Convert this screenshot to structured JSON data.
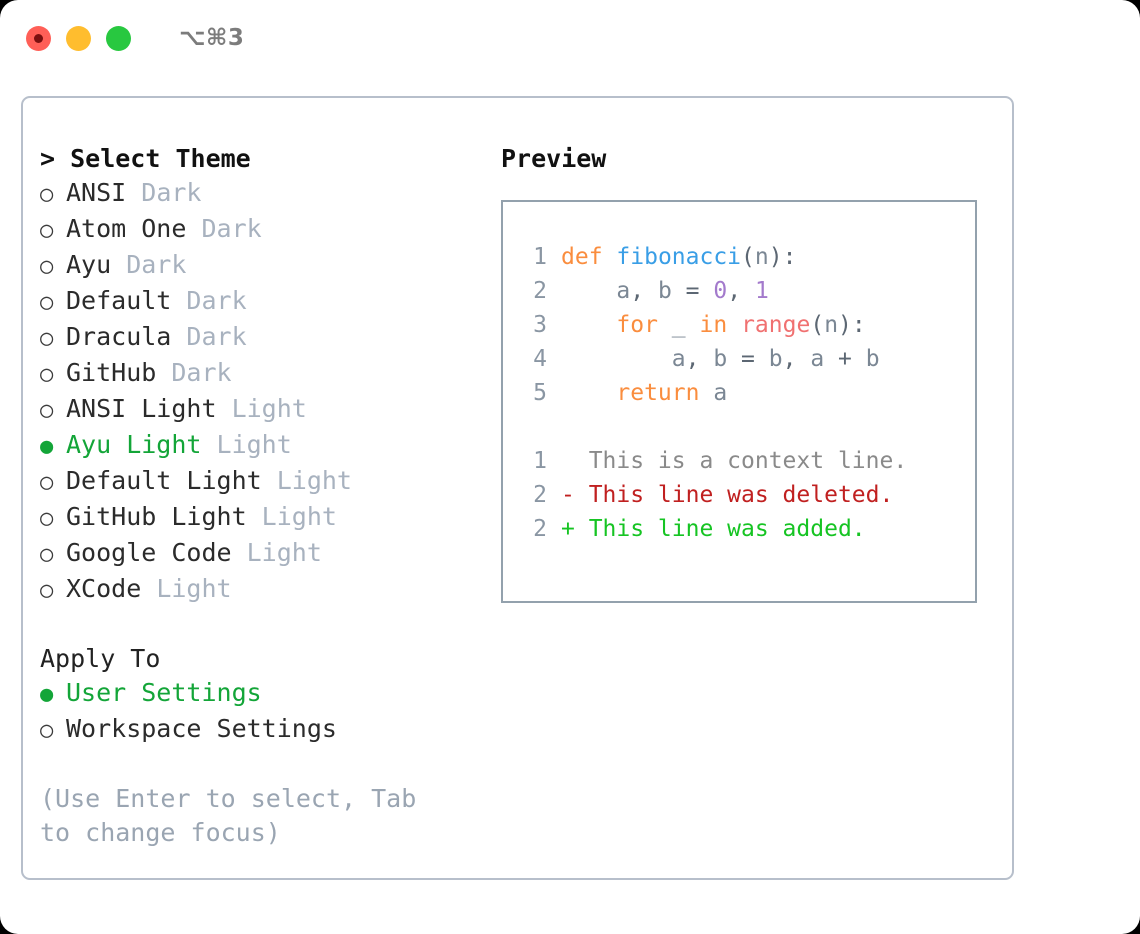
{
  "window": {
    "title": "⌥⌘3",
    "traffic_lights": [
      "close-red",
      "minimize-yellow",
      "maximize-green"
    ]
  },
  "left": {
    "header": "> Select Theme",
    "themes": [
      {
        "bullet": "○",
        "name": "ANSI",
        "variant": "Dark",
        "selected": false
      },
      {
        "bullet": "○",
        "name": "Atom One",
        "variant": "Dark",
        "selected": false
      },
      {
        "bullet": "○",
        "name": "Ayu",
        "variant": "Dark",
        "selected": false
      },
      {
        "bullet": "○",
        "name": "Default",
        "variant": "Dark",
        "selected": false
      },
      {
        "bullet": "○",
        "name": "Dracula",
        "variant": "Dark",
        "selected": false
      },
      {
        "bullet": "○",
        "name": "GitHub",
        "variant": "Dark",
        "selected": false
      },
      {
        "bullet": "○",
        "name": "ANSI Light",
        "variant": "Light",
        "selected": false
      },
      {
        "bullet": "●",
        "name": "Ayu Light",
        "variant": "Light",
        "selected": true
      },
      {
        "bullet": "○",
        "name": "Default Light",
        "variant": "Light",
        "selected": false
      },
      {
        "bullet": "○",
        "name": "GitHub Light",
        "variant": "Light",
        "selected": false
      },
      {
        "bullet": "○",
        "name": "Google Code",
        "variant": "Light",
        "selected": false
      },
      {
        "bullet": "○",
        "name": "XCode",
        "variant": "Light",
        "selected": false
      }
    ],
    "apply_to_header": "Apply To",
    "apply_to": [
      {
        "bullet": "●",
        "name": "User Settings",
        "variant": "",
        "selected": true
      },
      {
        "bullet": "○",
        "name": "Workspace Settings",
        "variant": "",
        "selected": false
      }
    ],
    "hint": "(Use Enter to select, Tab to change focus)"
  },
  "preview": {
    "title": "Preview",
    "code_lines": [
      {
        "lineno": "1",
        "tokens": [
          {
            "text": "def",
            "type": "kw"
          },
          {
            "text": " ",
            "type": "punc"
          },
          {
            "text": "fibonacci",
            "type": "fn"
          },
          {
            "text": "(",
            "type": "punc"
          },
          {
            "text": "n",
            "type": "id"
          },
          {
            "text": "):",
            "type": "punc"
          }
        ]
      },
      {
        "lineno": "2",
        "tokens": [
          {
            "text": "    a",
            "type": "id"
          },
          {
            "text": ", ",
            "type": "punc"
          },
          {
            "text": "b",
            "type": "id"
          },
          {
            "text": " ",
            "type": "punc"
          },
          {
            "text": "=",
            "type": "punc"
          },
          {
            "text": " ",
            "type": "punc"
          },
          {
            "text": "0",
            "type": "num"
          },
          {
            "text": ", ",
            "type": "punc"
          },
          {
            "text": "1",
            "type": "num"
          }
        ]
      },
      {
        "lineno": "3",
        "tokens": [
          {
            "text": "    ",
            "type": "punc"
          },
          {
            "text": "for",
            "type": "kw"
          },
          {
            "text": " ",
            "type": "punc"
          },
          {
            "text": "_",
            "type": "id"
          },
          {
            "text": " ",
            "type": "punc"
          },
          {
            "text": "in",
            "type": "kw"
          },
          {
            "text": " ",
            "type": "punc"
          },
          {
            "text": "range",
            "type": "bi"
          },
          {
            "text": "(",
            "type": "punc"
          },
          {
            "text": "n",
            "type": "id"
          },
          {
            "text": "):",
            "type": "punc"
          }
        ]
      },
      {
        "lineno": "4",
        "tokens": [
          {
            "text": "        a",
            "type": "id"
          },
          {
            "text": ", ",
            "type": "punc"
          },
          {
            "text": "b",
            "type": "id"
          },
          {
            "text": " ",
            "type": "punc"
          },
          {
            "text": "=",
            "type": "punc"
          },
          {
            "text": " ",
            "type": "punc"
          },
          {
            "text": "b",
            "type": "id"
          },
          {
            "text": ", ",
            "type": "punc"
          },
          {
            "text": "a",
            "type": "id"
          },
          {
            "text": " + ",
            "type": "punc"
          },
          {
            "text": "b",
            "type": "id"
          }
        ]
      },
      {
        "lineno": "5",
        "tokens": [
          {
            "text": "    ",
            "type": "punc"
          },
          {
            "text": "return",
            "type": "kw"
          },
          {
            "text": " ",
            "type": "punc"
          },
          {
            "text": "a",
            "type": "id"
          }
        ]
      }
    ],
    "diff_lines": [
      {
        "lineno": "1",
        "tokens": [
          {
            "text": "  This is a context line.",
            "type": "ctx"
          }
        ]
      },
      {
        "lineno": "2",
        "tokens": [
          {
            "text": "- This line was deleted.",
            "type": "del"
          }
        ]
      },
      {
        "lineno": "2",
        "tokens": [
          {
            "text": "+ This line was added.",
            "type": "add"
          }
        ]
      }
    ]
  },
  "colors": {
    "selected_green": "#13a538",
    "muted": "#a8b2bf",
    "keyword_orange": "#fa8d3e",
    "function_blue": "#399ee6",
    "builtin_red": "#f07171",
    "number_purple": "#a37acc",
    "diff_added": "#16c423",
    "diff_deleted": "#c02020",
    "panel_border": "#b7bfcb",
    "preview_border": "#93a1ad"
  }
}
